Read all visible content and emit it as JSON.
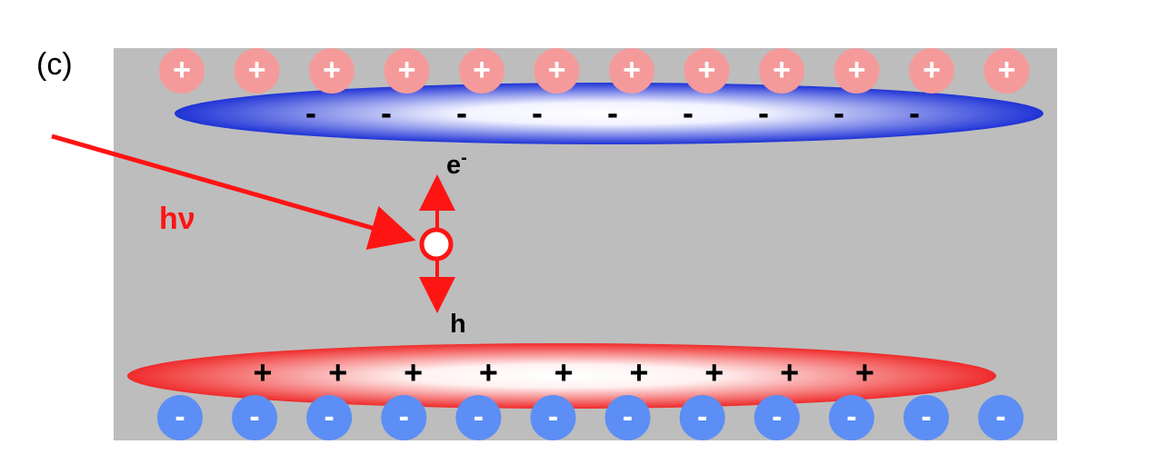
{
  "panel_label": "(c)",
  "labels": {
    "photon": "hν",
    "electron_base": "e",
    "electron_sup": "-",
    "hole": "h"
  },
  "symbols": {
    "plus": "+",
    "minus": "-"
  },
  "counts": {
    "top_positive_ions": 12,
    "top_negative_charges": 9,
    "bottom_positive_charges": 9,
    "bottom_negative_ions": 12
  },
  "colors": {
    "background_panel": "#bdbdbd",
    "positive_ion": "#f59a9a",
    "negative_ion": "#5c8ef5",
    "electron_cloud": "#1f33d6",
    "hole_cloud": "#ef2b2b",
    "arrow": "#ff1414",
    "text": "#000000"
  }
}
